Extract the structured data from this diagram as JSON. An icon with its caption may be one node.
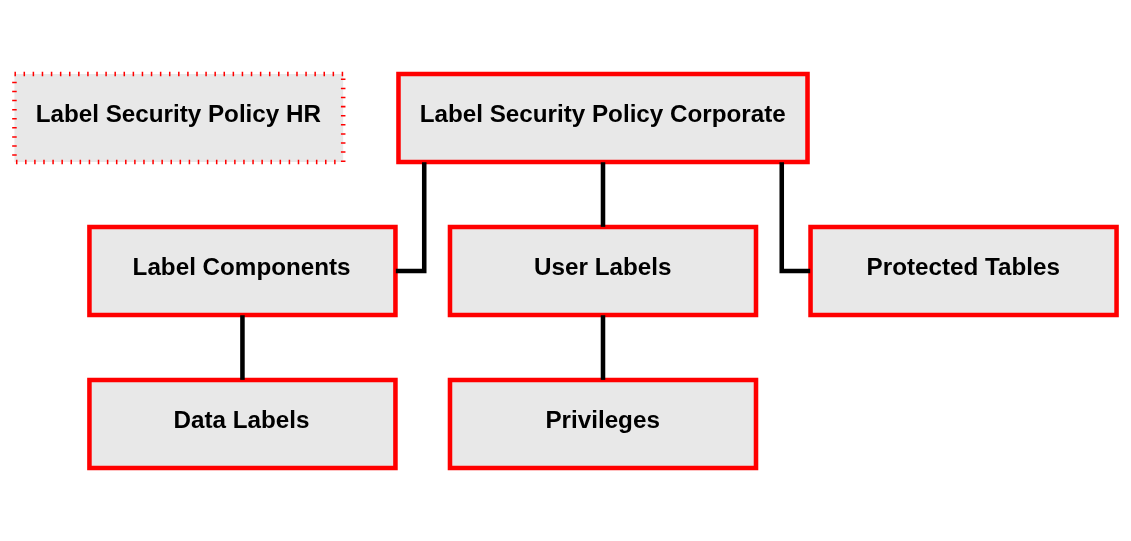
{
  "diagram": {
    "nodes": [
      {
        "text": [
          "Label Security Policy HR"
        ]
      },
      {
        "text": [
          "Label Security Policy Corporate"
        ]
      },
      {
        "text": [
          "Label Components"
        ]
      },
      {
        "text": [
          "User Labels"
        ]
      },
      {
        "text": [
          "Protected Tables"
        ]
      },
      {
        "text": [
          "Data Labels"
        ]
      },
      {
        "text": [
          "Privileges"
        ]
      }
    ],
    "edges": [
      {
        "from": 1,
        "to": 2,
        "arrow": "none"
      },
      {
        "from": 1,
        "to": 3,
        "arrow": "none"
      },
      {
        "from": 1,
        "to": 4,
        "arrow": "none"
      },
      {
        "from": 2,
        "to": 5,
        "arrow": "none"
      },
      {
        "from": 3,
        "to": 6,
        "arrow": "none"
      }
    ]
  }
}
